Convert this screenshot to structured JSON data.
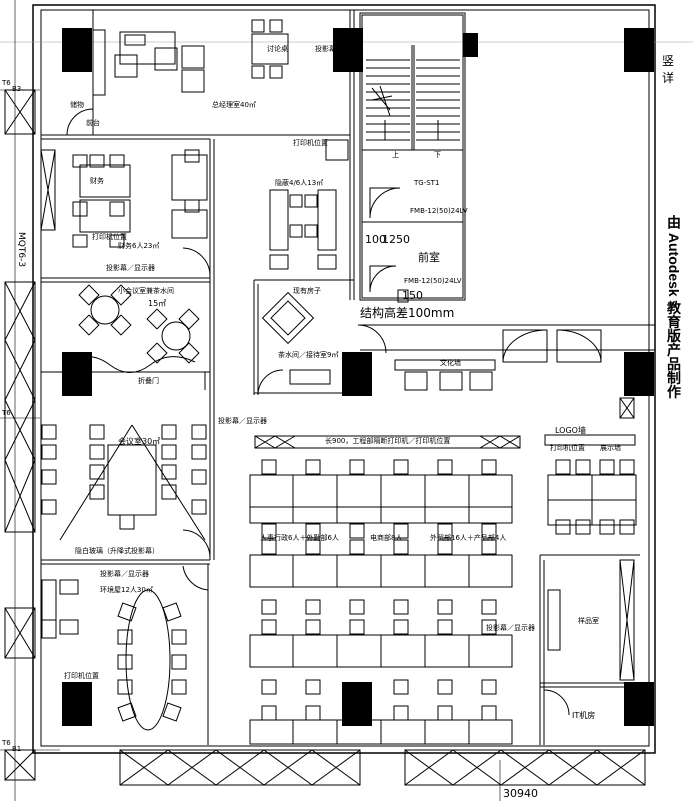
{
  "rooms": {
    "gm_office": "总经理室40㎡",
    "discussion": "讨论桌",
    "reception_desk": "前台",
    "storage_top": "储物",
    "finance": "财务6人23㎡",
    "printer_1": "打印机位置",
    "projection_1": "投影幕／显示器",
    "projection_top": "投影幕",
    "meeting_small": "小会议室兼茶水间",
    "meeting_small_area": "15㎡",
    "folding_door": "折叠门",
    "conference": "会议室30㎡",
    "whiteboard": "隐白玻璃（升降式投影幕）",
    "projection_2": "投影幕／显示器",
    "training": "环境屋12人30㎡",
    "printer_2": "打印机位置",
    "finance_desk": "财务",
    "printer_3": "打印机位置",
    "meeting_4": "隐蔽4/6人13㎡",
    "pantry_top": "现有房子",
    "pantry": "茶水间／接待室9㎡",
    "corridor": "文化墙",
    "logo_wall": "LOGO墙",
    "printer_right": "打印机位置",
    "wall_strip": "展示墙",
    "dept_a": "人事行政6人＋外勤部6人",
    "dept_b": "电商部8人",
    "dept_c": "外贸部16人＋产品部4人",
    "projection_3": "投影幕／显示器",
    "projection_4": "投影幕／显示器",
    "sample_room": "样品室",
    "it_room": "IT机房",
    "long_table_label": "长900，工程部隔断打印机／打印机位置",
    "upstairs": "上",
    "downstairs": "下"
  },
  "stair": {
    "code": "TG-ST1",
    "fire_door_1": "FMB-12(50)24LV",
    "fire_door_2": "FMB-12(50)24LV",
    "lobby": "前室",
    "dim_100": "100",
    "dim_1250": "1250",
    "dim_150": "150",
    "note": "结构高差100mm"
  },
  "axes": {
    "left_label": "MQT6-3",
    "b1": "B1",
    "t6": "T6",
    "b3": "B3",
    "bottom_dim": "30940"
  },
  "watermark": {
    "line1": "由 Autodesk 教育版产品制作",
    "cut1": "竖",
    "cut2": "详"
  }
}
